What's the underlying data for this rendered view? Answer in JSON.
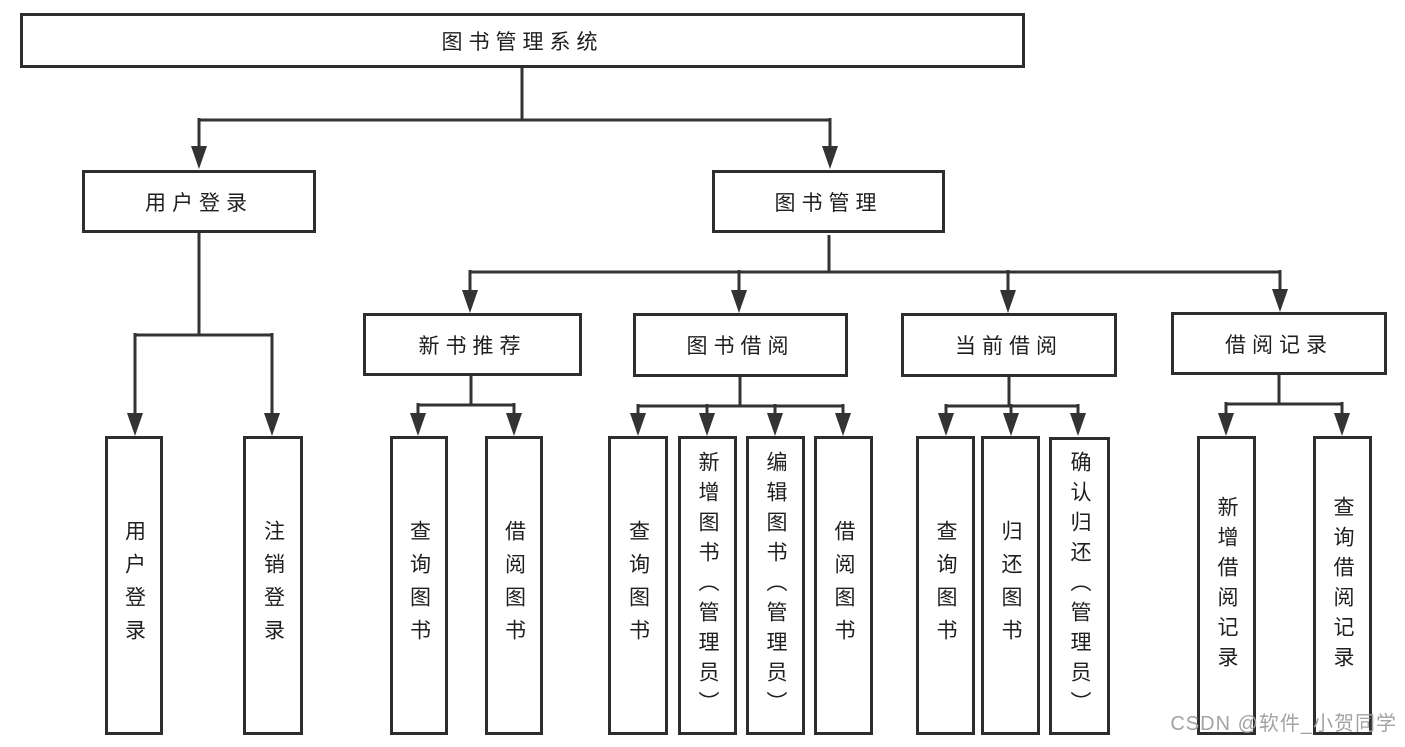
{
  "diagram": {
    "tree": {
      "label": "图书管理系统",
      "children": [
        {
          "label": "用户登录",
          "children": [
            {
              "label": "用户登录"
            },
            {
              "label": "注销登录"
            }
          ]
        },
        {
          "label": "图书管理",
          "children": [
            {
              "label": "新书推荐",
              "children": [
                {
                  "label": "查询图书"
                },
                {
                  "label": "借阅图书"
                }
              ]
            },
            {
              "label": "图书借阅",
              "children": [
                {
                  "label": "查询图书"
                },
                {
                  "label": "新增图书（管理员）"
                },
                {
                  "label": "编辑图书（管理员）"
                },
                {
                  "label": "借阅图书"
                }
              ]
            },
            {
              "label": "当前借阅",
              "children": [
                {
                  "label": "查询图书"
                },
                {
                  "label": "归还图书"
                },
                {
                  "label": "确认归还（管理员）"
                }
              ]
            },
            {
              "label": "借阅记录",
              "children": [
                {
                  "label": "新增借阅记录"
                },
                {
                  "label": "查询借阅记录"
                }
              ]
            }
          ]
        }
      ]
    }
  },
  "watermark": {
    "text": "CSDN @软件_小贺同学"
  },
  "colors": {
    "background": "#ffffff",
    "line": "#333333",
    "box_border": "#2d2d2d",
    "text": "#1f1f1f",
    "watermark": "#a3a3a3"
  }
}
